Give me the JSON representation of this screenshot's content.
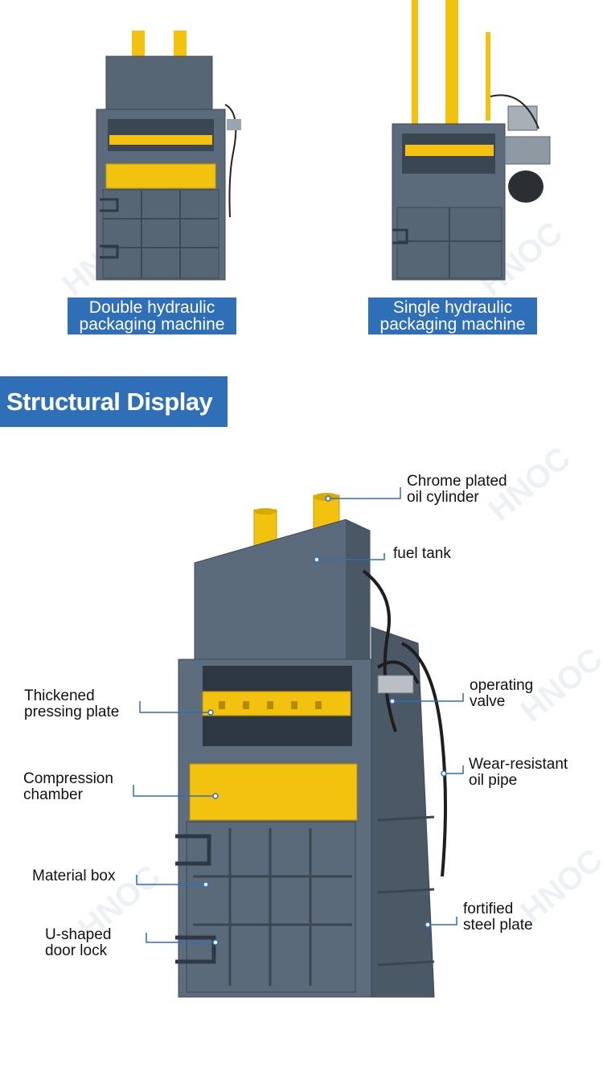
{
  "products": [
    {
      "caption_line1": "Double hydraulic",
      "caption_line2": "packaging machine"
    },
    {
      "caption_line1": "Single hydraulic",
      "caption_line2": "packaging machine"
    }
  ],
  "section_title": "Structural Display",
  "watermark_text": "HNOC",
  "parts": {
    "chrome_cylinder": {
      "line1": "Chrome plated",
      "line2": "oil cylinder"
    },
    "fuel_tank": {
      "line1": "fuel tank"
    },
    "operating_valve": {
      "line1": "operating",
      "line2": "valve"
    },
    "pressing_plate": {
      "line1": "Thickened",
      "line2": "pressing plate"
    },
    "compression_chamber": {
      "line1": "Compression",
      "line2": "chamber"
    },
    "oil_pipe": {
      "line1": "Wear-resistant",
      "line2": "oil pipe"
    },
    "material_box": {
      "line1": "Material box"
    },
    "door_lock": {
      "line1": "U-shaped",
      "line2": "door lock"
    },
    "steel_plate": {
      "line1": "fortified",
      "line2": "steel plate"
    }
  },
  "colors": {
    "accent_blue": "#2f6fb8",
    "machine_gray": "#5a6a7a",
    "machine_yellow": "#f2c20f",
    "leader_line": "#2f6fb8"
  }
}
